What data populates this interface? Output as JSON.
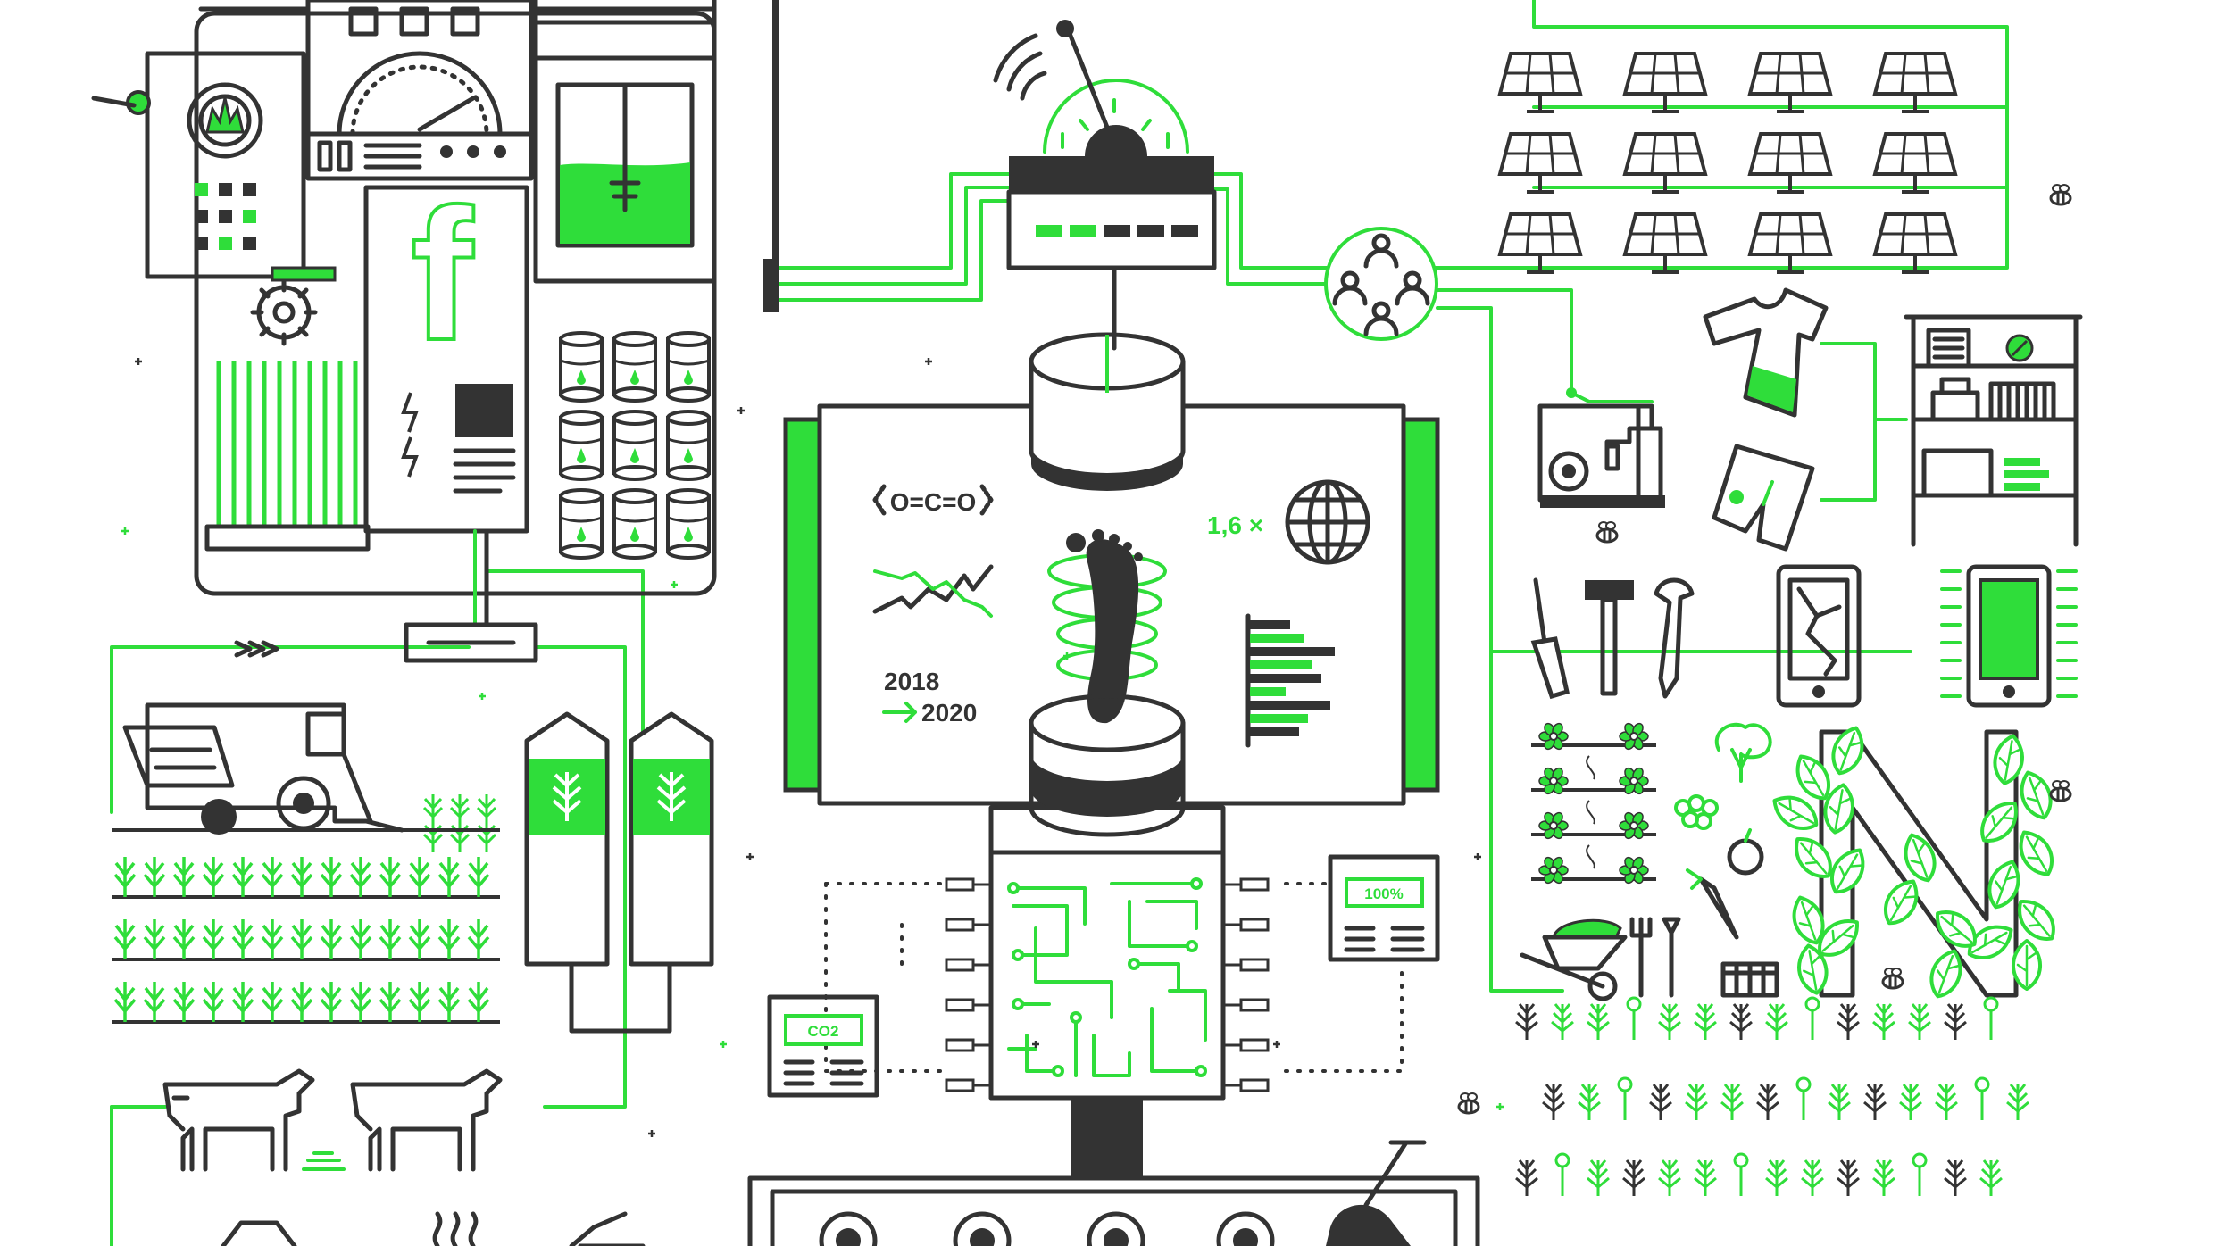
{
  "colors": {
    "accent": "#2fdd3a",
    "ink": "#333333",
    "background": "#ffffff"
  },
  "center_panel": {
    "co2_formula": "O=C=O",
    "multiplier": "1,6 ×",
    "year_from": "2018",
    "year_to": "2020"
  },
  "monitors": {
    "battery": "100%",
    "co2": "CO2"
  },
  "facebook_letter": "f",
  "icons": [
    "factory-icon",
    "flame-icon",
    "gauge-icon",
    "tank-icon",
    "barrels-icon",
    "solar-panel-icon",
    "people-network-icon",
    "control-lever-icon",
    "database-icon",
    "footprint-icon",
    "globe-icon",
    "bar-chart-icon",
    "circuit-chip-icon",
    "harvester-icon",
    "silo-icon",
    "cow-icon",
    "sewing-machine-icon",
    "tshirt-icon",
    "shorts-icon",
    "shelf-icon",
    "screwdriver-icon",
    "hammer-icon",
    "wrench-icon",
    "broken-phone-icon",
    "new-phone-icon",
    "crop-icon",
    "bee-icon",
    "wheelbarrow-icon",
    "vine-letter-n-icon",
    "conveyor-icon"
  ]
}
